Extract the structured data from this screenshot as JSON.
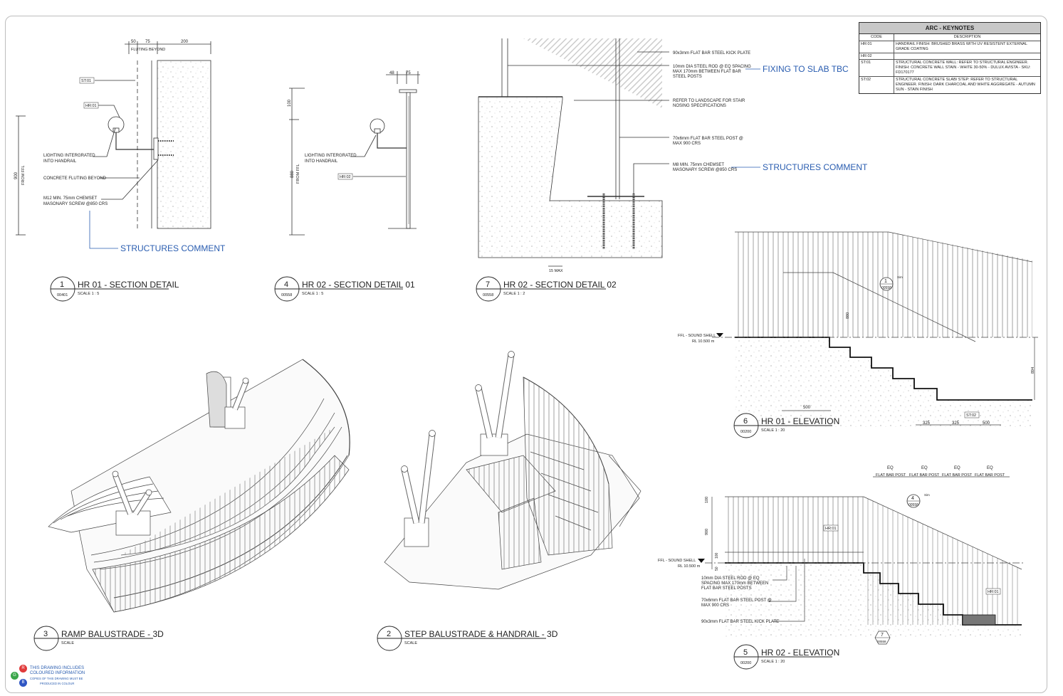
{
  "keynotes": {
    "title": "ARC - KEYNOTES",
    "col_code": "CODE",
    "col_desc": "DESCRIPTION",
    "rows": [
      {
        "code": "HR:01",
        "desc": "HANDRAIL FINISH: BRUSHED BRASS WITH UV RESISTENT EXTERNAL GRADE COATING"
      },
      {
        "code": "HR:02",
        "desc": ""
      },
      {
        "code": "ST:01",
        "desc": "STRUCTURAL CONCRETE WALL: REFER TO STRUCTURAL ENGINEER. FINISH: CONCRETE WALL STAIN - WHITE 30-50% - DULUX AVISTA - SKU: FD170177"
      },
      {
        "code": "ST:02",
        "desc": "STRUCTURAL CONCRETE SLAB/ STEP: REFER TO STRUCTURAL ENGINEER. FINISH: DARK CHARCOAL AND WHITE AGGREGATE - AUTUMN SUN - STAIN FINISH"
      }
    ]
  },
  "views": {
    "v1": {
      "num": "1",
      "ref": "00401",
      "title": "HR 01 - SECTION DETAIL",
      "scale": "SCALE    1 : 5"
    },
    "v4": {
      "num": "4",
      "ref": "00558",
      "title": "HR 02 - SECTION DETAIL 01",
      "scale": "SCALE    1 : 5"
    },
    "v7": {
      "num": "7",
      "ref": "00558",
      "title": "HR 02 - SECTION DETAIL 02",
      "scale": "SCALE    1 : 2"
    },
    "v6": {
      "num": "6",
      "ref": "00200",
      "title": "HR 01 - ELEVATION",
      "scale": "SCALE    1 : 20"
    },
    "v3": {
      "num": "3",
      "ref": "",
      "title": "RAMP BALUSTRADE - 3D",
      "scale": "SCALE"
    },
    "v2": {
      "num": "2",
      "ref": "",
      "title": "STEP BALUSTRADE & HANDRAIL - 3D",
      "scale": "SCALE"
    },
    "v5": {
      "num": "5",
      "ref": "00200",
      "title": "HR 02 - ELEVATION",
      "scale": "SCALE    1 : 20"
    }
  },
  "section1": {
    "dims": [
      "50",
      "75",
      "200"
    ],
    "fluting": "FLUTING BEYOND",
    "tag_st01": "ST:01",
    "tag_hr01": "HR:01",
    "lighting_1": "LIGHTING INTERGRATED",
    "lighting_2": "INTO HANDRAIL",
    "concrete": "CONCRETE FLUTING BEYOND",
    "screw_1": "M12 MIN. 75mm CHEMSET",
    "screw_2": "MASONARY SCREW @850 CRS",
    "height": "900",
    "height_ref": "FROM FFL",
    "comment": "STRUCTURES COMMENT"
  },
  "section4": {
    "dims": [
      "48",
      "75"
    ],
    "top_dim": "100",
    "lighting_1": "LIGHTING INTERGRATED",
    "lighting_2": "INTO HANDRAIL",
    "tag_hr02": "HR:02",
    "height": "880",
    "height_ref": "FROM FFL"
  },
  "section7": {
    "kick_plate": "90x3mm FLAT BAR STEEL KICK PLATE",
    "rod_1": "10mm DIA STEEL ROD @ EQ SPACING",
    "rod_2": "MAX 170mm BETWEEN FLAT BAR",
    "rod_3": "STEEL POSTS",
    "fixing_comment": "FIXING TO SLAB TBC",
    "nosing_1": "REFER TO LANDSCAPE FOR STAIR",
    "nosing_2": "NOSING SPECIFICATIONS",
    "post_1": "70x6mm FLAT BAR STEEL POST @",
    "post_2": "MAX 900 CRS",
    "screw_1": "M8 MIN. 75mm CHEMSET",
    "screw_2": "MASONARY SCREW @850 CRS",
    "structures_comment": "STRUCTURES COMMENT",
    "max_dim": "15 MAX"
  },
  "elev6": {
    "ffl": "FFL - SOUND SHELL",
    "rl": "RL 10.500 m",
    "tag_num": "1",
    "tag_ref": "00558",
    "tag_sim": "Sim",
    "height": "880",
    "right_dim": "894",
    "dim_500": "500",
    "tag_st02": "ST:02",
    "bottom_dims": [
      "325",
      "325",
      "500"
    ]
  },
  "elev5": {
    "eq_labels": [
      "EQ",
      "EQ",
      "EQ",
      "EQ"
    ],
    "post_labels": [
      "FLAT BAR POST",
      "FLAT BAR POST",
      "FLAT BAR POST",
      "FLAT BAR POST"
    ],
    "tag_num": "4",
    "tag_ref": "00558",
    "tag_sim": "Sim",
    "dim_100_top": "100",
    "dim_900": "900",
    "dim_100_bot": "100",
    "dim_50": "50",
    "tag_hr01_a": "HR:01",
    "tag_hr01_b": "HR:01",
    "ffl": "FFL - SOUND SHELL",
    "rl": "RL 10.500 m",
    "rod_1": "10mm DIA STEEL ROD @ EQ",
    "rod_2": "SPACING MAX 170mm BETWEEN",
    "rod_3": "FLAT BAR STEEL POSTS",
    "post_1": "70x6mm FLAT BAR STEEL POST @",
    "post_2": "MAX 900 CRS",
    "kick": "90x3mm FLAT BAR STEEL KICK PLATE",
    "hex_num": "7",
    "hex_ref": "00558"
  },
  "legend": {
    "r": "R",
    "g": "G",
    "b": "B",
    "line1": "THIS DRAWING INCLUDES",
    "line2": "COLOURED INFORMATION",
    "line3": "COPIES OF THIS DRAWING MUST BE",
    "line4": "PRODUCED IN COLOUR"
  },
  "colors": {
    "comment_blue": "#2a5db0",
    "red": "#e03a3a",
    "green": "#3aa64a",
    "blue": "#2f56c4"
  }
}
